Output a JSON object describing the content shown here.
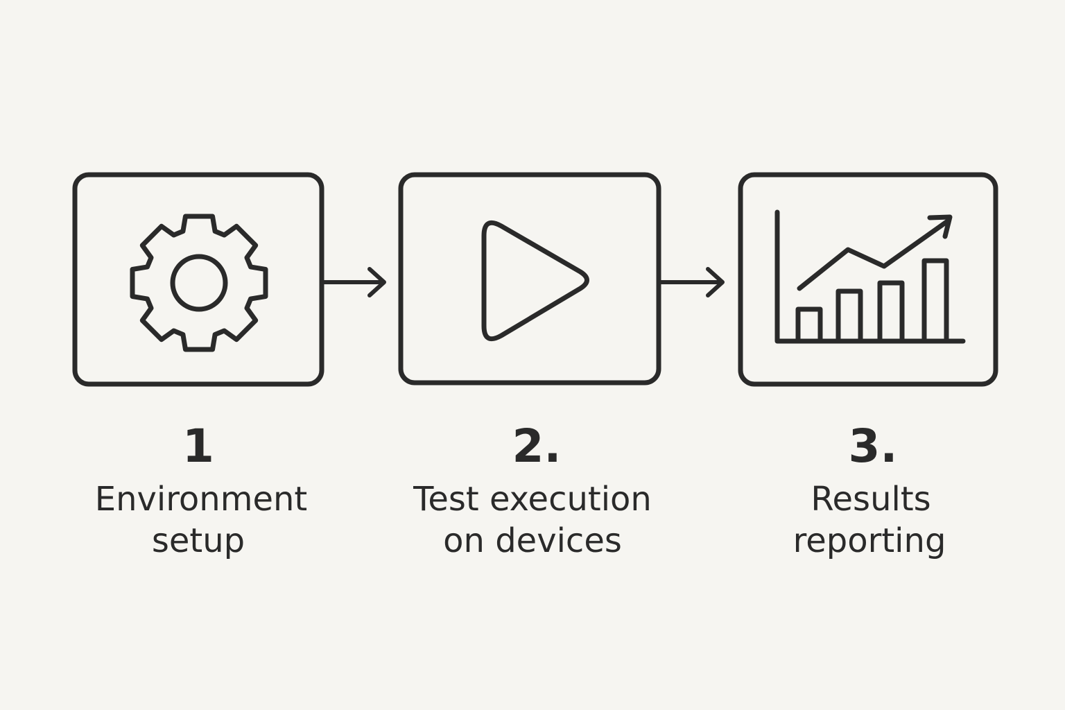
{
  "colors": {
    "background": "#f6f5f1",
    "ink": "#2a2a2a"
  },
  "steps": [
    {
      "number": "1",
      "label_line1": "Environment",
      "label_line2": "setup",
      "icon": "gear-icon"
    },
    {
      "number": "2.",
      "label_line1": "Test execution",
      "label_line2": "on devices",
      "icon": "play-icon"
    },
    {
      "number": "3.",
      "label_line1": "Results",
      "label_line2": "reporting",
      "icon": "chart-icon"
    }
  ],
  "connectors": [
    "arrow-right-icon",
    "arrow-right-icon"
  ]
}
